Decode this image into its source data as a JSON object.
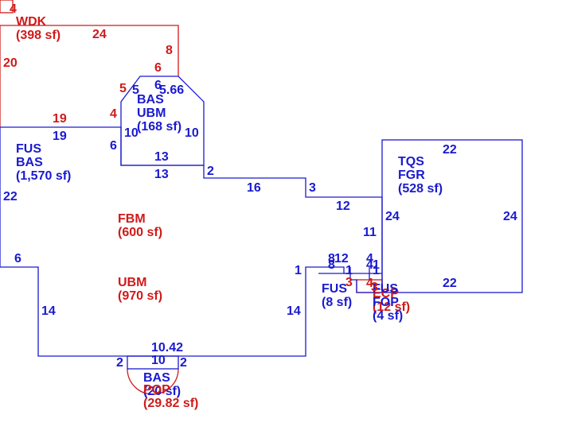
{
  "colors": {
    "blue": "#1a1ad0",
    "red": "#d01a1a",
    "background": "#ffffff"
  },
  "areas": [
    {
      "id": "wdk",
      "color": "red",
      "lines": [
        "WDK",
        "(398 sf)"
      ]
    },
    {
      "id": "bas-ubm",
      "color": "blue",
      "lines": [
        "BAS",
        "UBM",
        "(168 sf)"
      ]
    },
    {
      "id": "fus-bas",
      "color": "blue",
      "lines": [
        "FUS",
        "BAS",
        "(1,570 sf)"
      ]
    },
    {
      "id": "fbm",
      "color": "red",
      "lines": [
        "FBM",
        "(600 sf)"
      ]
    },
    {
      "id": "ubm",
      "color": "red",
      "lines": [
        "UBM",
        "(970 sf)"
      ]
    },
    {
      "id": "tqs-fgr",
      "color": "blue",
      "lines": [
        "TQS",
        "FGR",
        "(528 sf)"
      ]
    },
    {
      "id": "fus-small",
      "color": "blue",
      "lines": [
        "FUS",
        "(8 sf)"
      ]
    },
    {
      "id": "ecp",
      "color": "red",
      "lines": [
        "ECP",
        "(12 sf)"
      ]
    },
    {
      "id": "fus-fop",
      "color": "blue",
      "lines": [
        "FUS",
        "FOP",
        "(4 sf)"
      ]
    },
    {
      "id": "bas-bottom",
      "color": "blue",
      "lines": [
        "BAS",
        "(20 sf)"
      ]
    },
    {
      "id": "pop",
      "color": "red",
      "lines": [
        "POP",
        "(29.82 sf)"
      ]
    }
  ],
  "dimensions": [
    {
      "id": "wdk-corner",
      "color": "red",
      "text": "4"
    },
    {
      "id": "wdk-top",
      "color": "red",
      "text": "24"
    },
    {
      "id": "wdk-left",
      "color": "red",
      "text": "20"
    },
    {
      "id": "wdk-right",
      "color": "red",
      "text": "8"
    },
    {
      "id": "wdk-bottom",
      "color": "red",
      "text": "19"
    },
    {
      "id": "wdk-6",
      "color": "red",
      "text": "6"
    },
    {
      "id": "wdk-5",
      "color": "red",
      "text": "5"
    },
    {
      "id": "wdk-4",
      "color": "red",
      "text": "4"
    },
    {
      "id": "fus-top",
      "color": "blue",
      "text": "19"
    },
    {
      "id": "fus-left",
      "color": "blue",
      "text": "22"
    },
    {
      "id": "fus-step",
      "color": "blue",
      "text": "6"
    },
    {
      "id": "fus-left2",
      "color": "blue",
      "text": "14"
    },
    {
      "id": "bay-5",
      "color": "blue",
      "text": "5"
    },
    {
      "id": "bay-6",
      "color": "blue",
      "text": "6"
    },
    {
      "id": "bay-566",
      "color": "blue",
      "text": "5.66"
    },
    {
      "id": "bay-10l",
      "color": "blue",
      "text": "10"
    },
    {
      "id": "bay-10r",
      "color": "blue",
      "text": "10"
    },
    {
      "id": "bay-6l",
      "color": "blue",
      "text": "6"
    },
    {
      "id": "bay-13a",
      "color": "blue",
      "text": "13"
    },
    {
      "id": "bay-13b",
      "color": "blue",
      "text": "13"
    },
    {
      "id": "step-2",
      "color": "blue",
      "text": "2"
    },
    {
      "id": "step-16",
      "color": "blue",
      "text": "16"
    },
    {
      "id": "step-3",
      "color": "blue",
      "text": "3"
    },
    {
      "id": "step-12",
      "color": "blue",
      "text": "12"
    },
    {
      "id": "step-11",
      "color": "blue",
      "text": "11"
    },
    {
      "id": "fus-right",
      "color": "blue",
      "text": "14"
    },
    {
      "id": "bottom-10-42",
      "color": "blue",
      "text": "10.42"
    },
    {
      "id": "bottom-10",
      "color": "blue",
      "text": "10"
    },
    {
      "id": "bottom-2l",
      "color": "blue",
      "text": "2"
    },
    {
      "id": "bottom-2r",
      "color": "blue",
      "text": "2"
    },
    {
      "id": "tqs-top",
      "color": "blue",
      "text": "22"
    },
    {
      "id": "tqs-bottom",
      "color": "blue",
      "text": "22"
    },
    {
      "id": "tqs-left",
      "color": "blue",
      "text": "24"
    },
    {
      "id": "tqs-right",
      "color": "blue",
      "text": "24"
    },
    {
      "id": "s-8a",
      "color": "blue",
      "text": "8"
    },
    {
      "id": "s-12",
      "color": "blue",
      "text": "12"
    },
    {
      "id": "s-8b",
      "color": "blue",
      "text": "8"
    },
    {
      "id": "s-1a",
      "color": "blue",
      "text": "1"
    },
    {
      "id": "s-1b",
      "color": "blue",
      "text": "1"
    },
    {
      "id": "s-4a",
      "color": "blue",
      "text": "4"
    },
    {
      "id": "s-4b",
      "color": "blue",
      "text": "4"
    },
    {
      "id": "s-1c",
      "color": "blue",
      "text": "1"
    },
    {
      "id": "s-1d",
      "color": "blue",
      "text": "1"
    },
    {
      "id": "s-3",
      "color": "red",
      "text": "3"
    },
    {
      "id": "s-4red",
      "color": "red",
      "text": "4"
    },
    {
      "id": "s-3red",
      "color": "red",
      "text": "3"
    }
  ]
}
